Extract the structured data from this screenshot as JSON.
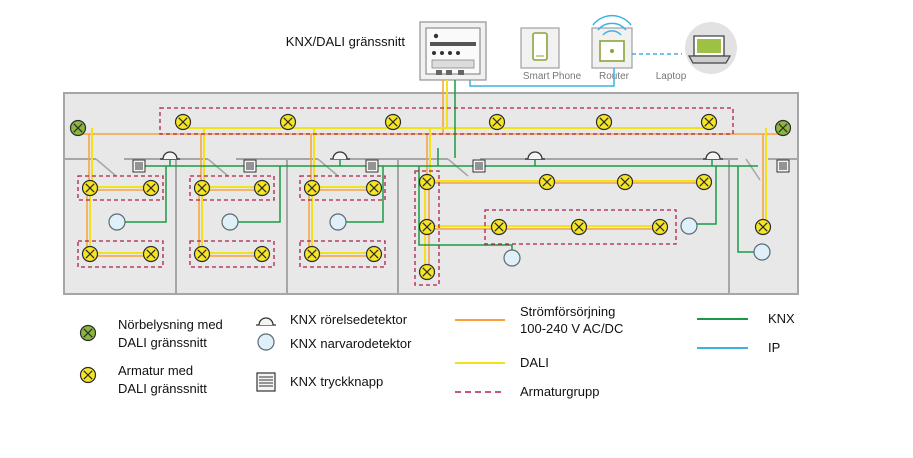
{
  "title": "KNX/DALI gränssnitt",
  "devices": {
    "smart_phone": "Smart Phone",
    "router": "Router",
    "laptop": "Laptop"
  },
  "legend": {
    "emergency_light": [
      "Nörbelysning med",
      "DALI gränssnitt"
    ],
    "luminaire": [
      "Armatur med",
      "DALI gränssnitt"
    ],
    "motion_detector": "KNX rörelsedetektor",
    "presence_detector": "KNX narvarodetektor",
    "push_button": "KNX tryckknapp",
    "power_supply": [
      "Strömförsörjning",
      "100-240 V AC/DC"
    ],
    "dali": "DALI",
    "luminaire_group": "Armaturgrupp",
    "knx": "KNX",
    "ip": "IP"
  },
  "colors": {
    "power": "#f7a13a",
    "dali": "#f2e21c",
    "knx": "#1a9a45",
    "ip": "#3ab4e0",
    "group": "#b01e4a",
    "luminaire_fill": "#f5e524",
    "emergency_fill": "#8ab63c",
    "room_fill": "#e8e8e8",
    "room_stroke": "#a6a6a6"
  }
}
